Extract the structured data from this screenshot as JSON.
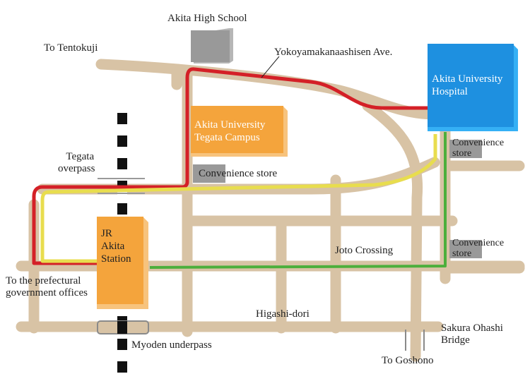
{
  "labels": {
    "akita_high_school": "Akita High School",
    "to_tentokuji": "To Tentokuji",
    "yokoyama_ave": "Yokoyamakanaashisen Ave.",
    "tegata_overpass_1": "Tegata",
    "tegata_overpass_2": "overpass",
    "convenience_store_mid": "Convenience store",
    "convenience_store_right_top_1": "Convenience",
    "convenience_store_right_top_2": "store",
    "convenience_store_right_bottom_1": "Convenience",
    "convenience_store_right_bottom_2": "store",
    "joto_crossing": "Joto Crossing",
    "to_prefectural_1": "To the prefectural",
    "to_prefectural_2": "government offices",
    "higashi_dori": "Higashi-dori",
    "myoden_underpass": "Myoden underpass",
    "sakura_ohashi_1": "Sakura Ohashi",
    "sakura_ohashi_2": "Bridge",
    "to_goshono": "To Goshono"
  },
  "buildings": {
    "hospital_1": "Akita University",
    "hospital_2": "Hospital",
    "campus_1": "Akita University",
    "campus_2": "Tegata Campus",
    "station_1": "JR",
    "station_2": "Akita",
    "station_3": "Station"
  },
  "colors": {
    "road": "#d8c3a5",
    "route_red": "#d42027",
    "route_yellow": "#e8dd4e",
    "route_green": "#4caf3c",
    "hospital": "#1e90e0",
    "campus": "#f4a43c",
    "station": "#f4a43c",
    "store_marker": "#999999",
    "rail": "#111111"
  }
}
